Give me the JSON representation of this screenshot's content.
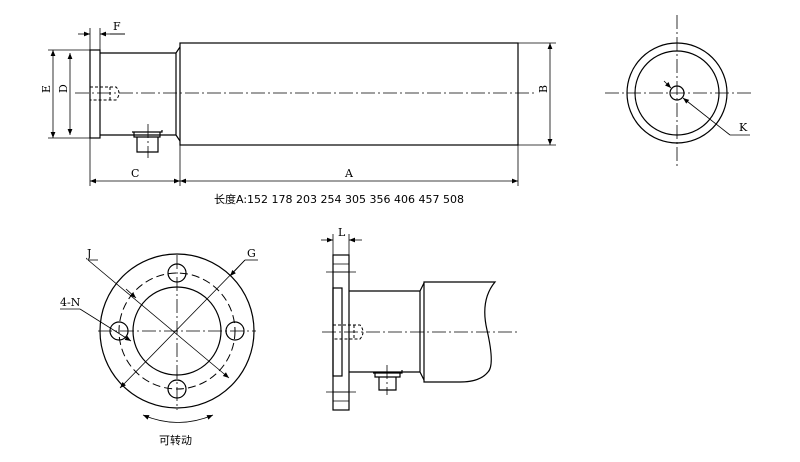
{
  "labels": {
    "A": "A",
    "B": "B",
    "C": "C",
    "D": "D",
    "E": "E",
    "F": "F",
    "G": "G",
    "J": "J",
    "K": "K",
    "L": "L",
    "N": "4-N"
  },
  "length_note": "长度A:152 178 203 254 305 356 406 457 508",
  "rotatable": "可转动"
}
